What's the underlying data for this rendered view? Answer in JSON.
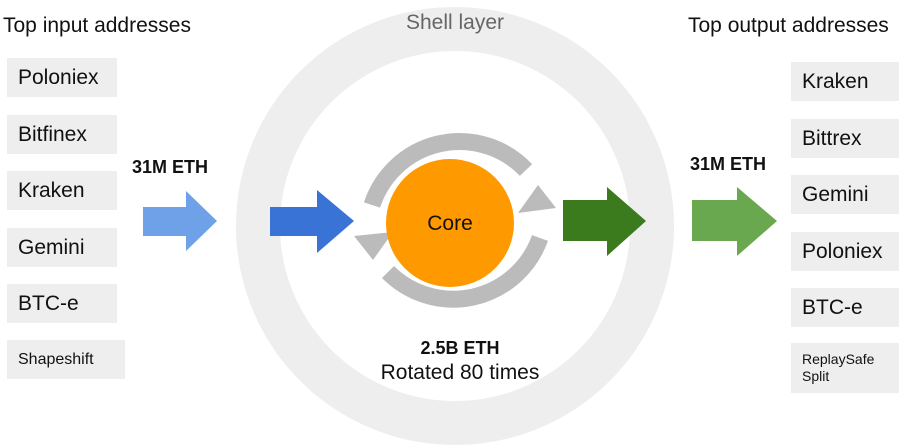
{
  "inputs": {
    "heading": "Top input addresses",
    "items": [
      "Poloniex",
      "Bitfinex",
      "Kraken",
      "Gemini",
      "BTC-e",
      "Shapeshift"
    ],
    "flow_label": "31M ETH"
  },
  "outputs": {
    "heading": "Top output addresses",
    "items": [
      "Kraken",
      "Bittrex",
      "Gemini",
      "Poloniex",
      "BTC-e",
      "ReplaySafe Split"
    ],
    "flow_label": "31M ETH"
  },
  "shell": {
    "label": "Shell layer"
  },
  "core": {
    "label": "Core",
    "amount": "2.5B ETH",
    "note": "Rotated 80 times"
  },
  "colors": {
    "input_arrow_light": "#6fa1e8",
    "input_arrow_dark": "#3a73d6",
    "output_arrow_dark": "#3c7a1e",
    "output_arrow_light": "#6aa84f",
    "core_fill": "#ff9900",
    "shell_ring": "#eeeeee",
    "rotation_arrows": "#bbbbbb",
    "box_fill": "#eeeeee"
  }
}
